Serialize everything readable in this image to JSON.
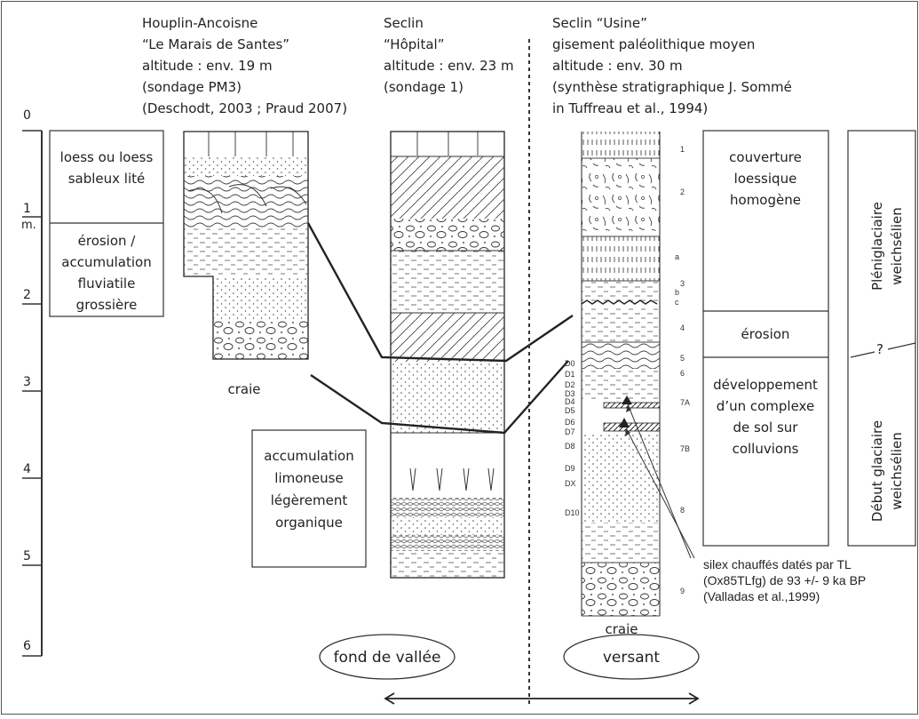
{
  "columns": {
    "houplin": {
      "lines": [
        "Houplin-Ancoisne",
        "“Le Marais de Santes”",
        "altitude : env. 19 m",
        "(sondage PM3)",
        "(Deschodt, 2003 ; Praud 2007)"
      ],
      "base_label": "craie"
    },
    "seclin_hopital": {
      "lines": [
        "Seclin",
        "“Hôpital”",
        "altitude : env. 23 m",
        "(sondage 1)"
      ]
    },
    "seclin_usine": {
      "lines": [
        "Seclin “Usine”",
        "gisement paléolithique moyen",
        "altitude : env. 30 m",
        "(synthèse stratigraphique J. Sommé",
        "in Tuffreau et al., 1994)"
      ],
      "base_label": "craie",
      "layer_numbers": [
        "1",
        "2",
        "3",
        "4",
        "5",
        "6",
        "7A",
        "7B",
        "8",
        "9"
      ],
      "sub_labels": [
        "a",
        "b",
        "c"
      ],
      "d_labels": [
        "D0",
        "D1",
        "D2",
        "D3",
        "D4",
        "D5",
        "D6",
        "D7",
        "D8",
        "D9",
        "DX",
        "D10"
      ]
    }
  },
  "depth_scale": {
    "ticks": [
      "0",
      "1",
      "2",
      "3",
      "4",
      "5",
      "6"
    ],
    "unit": "m."
  },
  "left_boxes": {
    "box1": [
      "loess ou loess",
      "sableux lité"
    ],
    "box2": [
      "érosion /",
      "accumulation",
      "fluviatile",
      "grossière"
    ]
  },
  "middle_box": [
    "accumulation",
    "limoneuse",
    "légèrement",
    "organique"
  ],
  "right_boxes": {
    "box1": [
      "couverture",
      "loessique",
      "homogène"
    ],
    "box2": [
      "érosion"
    ],
    "box3": [
      "développement",
      "d’un complexe",
      "de sol sur",
      "colluvions"
    ]
  },
  "chrono": {
    "upper": [
      "Pléniglaciaire",
      "weichsélien"
    ],
    "lower": [
      "Début glaciaire",
      "weichsélien"
    ],
    "question": "?"
  },
  "annotation": [
    "silex chauffés datés par TL",
    "(Ox85TLfg) de 93 +/- 9 ka BP",
    "(Valladas et al.,1999)"
  ],
  "ovals": {
    "left": "fond de vallée",
    "right": "versant"
  }
}
